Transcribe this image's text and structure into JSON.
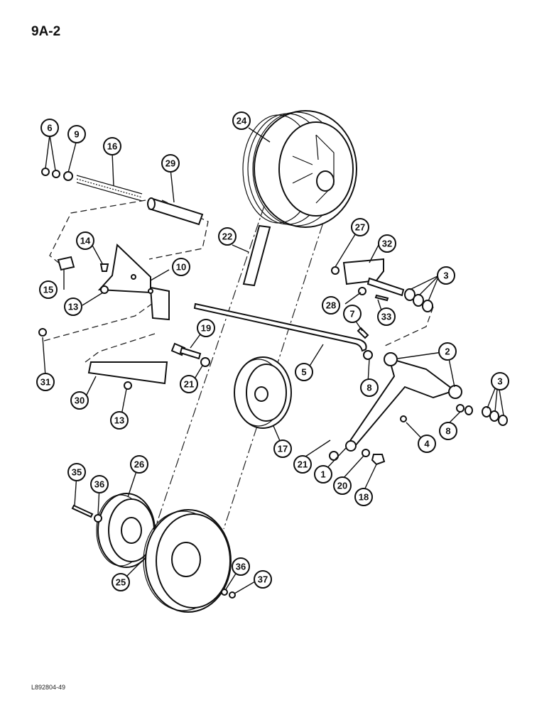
{
  "page": {
    "number": "9A-2",
    "ref_code": "L892804-49"
  },
  "callouts": [
    {
      "label": "1"
    },
    {
      "label": "2"
    },
    {
      "label": "3"
    },
    {
      "label": "3"
    },
    {
      "label": "4"
    },
    {
      "label": "5"
    },
    {
      "label": "6"
    },
    {
      "label": "7"
    },
    {
      "label": "8"
    },
    {
      "label": "8"
    },
    {
      "label": "9"
    },
    {
      "label": "10"
    },
    {
      "label": "13"
    },
    {
      "label": "13"
    },
    {
      "label": "14"
    },
    {
      "label": "15"
    },
    {
      "label": "16"
    },
    {
      "label": "17"
    },
    {
      "label": "18"
    },
    {
      "label": "19"
    },
    {
      "label": "20"
    },
    {
      "label": "21"
    },
    {
      "label": "21"
    },
    {
      "label": "22"
    },
    {
      "label": "24"
    },
    {
      "label": "25"
    },
    {
      "label": "26"
    },
    {
      "label": "27"
    },
    {
      "label": "28"
    },
    {
      "label": "29"
    },
    {
      "label": "30"
    },
    {
      "label": "31"
    },
    {
      "label": "32"
    },
    {
      "label": "33"
    },
    {
      "label": "35"
    },
    {
      "label": "36"
    },
    {
      "label": "36"
    },
    {
      "label": "37"
    }
  ]
}
